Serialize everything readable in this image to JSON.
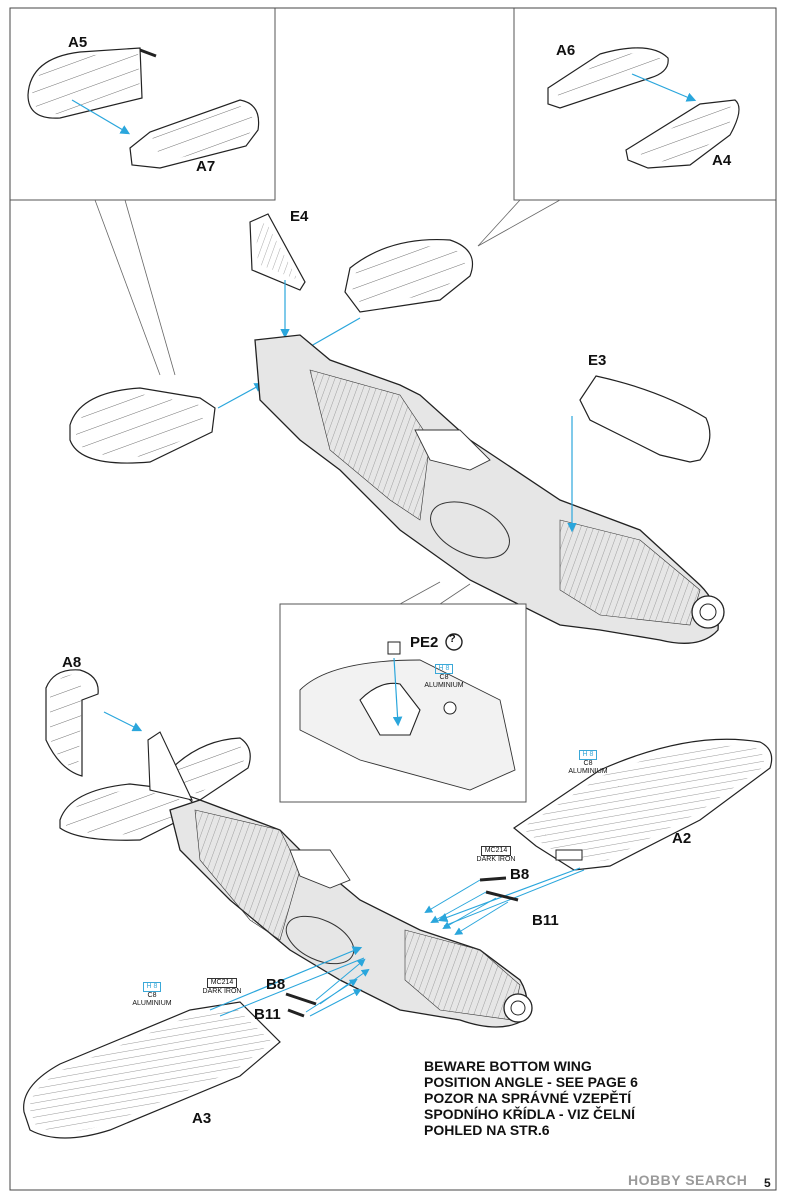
{
  "labels": {
    "a5": "A5",
    "a7": "A7",
    "a6": "A6",
    "a4": "A4",
    "e4": "E4",
    "e3": "E3",
    "pe2": "PE2",
    "a8": "A8",
    "a2": "A2",
    "a3": "A3",
    "b8_right": "B8",
    "b11_right": "B11",
    "b8_left": "B8",
    "b11_left": "B11"
  },
  "paint_callouts": {
    "pe2": {
      "hcode": "H 8",
      "ccode": "C8",
      "name": "ALUMINIUM"
    },
    "a2": {
      "hcode": "H 8",
      "ccode": "C8",
      "name": "ALUMINIUM"
    },
    "a3": {
      "hcode": "H 8",
      "ccode": "C8",
      "name": "ALUMINIUM"
    },
    "b8_right": {
      "code": "MC214",
      "name": "DARK IRON"
    },
    "b8_left": {
      "code": "MC214",
      "name": "DARK IRON"
    }
  },
  "help_symbol": "?",
  "note": {
    "line1": "BEWARE BOTTOM WING",
    "line2": "POSITION ANGLE - SEE PAGE 6",
    "line3": "POZOR NA SPRÁVNÉ VZEPĚTÍ",
    "line4": "SPODNÍHO KŘÍDLA - VIZ ČELNÍ",
    "line5": "POHLED NA STR.6"
  },
  "page_number": "5",
  "watermark": "HOBBY SEARCH",
  "colors": {
    "arrow": "#2aa6dc",
    "line": "#222222",
    "part_fill": "#ffffff",
    "fuselage_shade": "#e4e4e4"
  }
}
